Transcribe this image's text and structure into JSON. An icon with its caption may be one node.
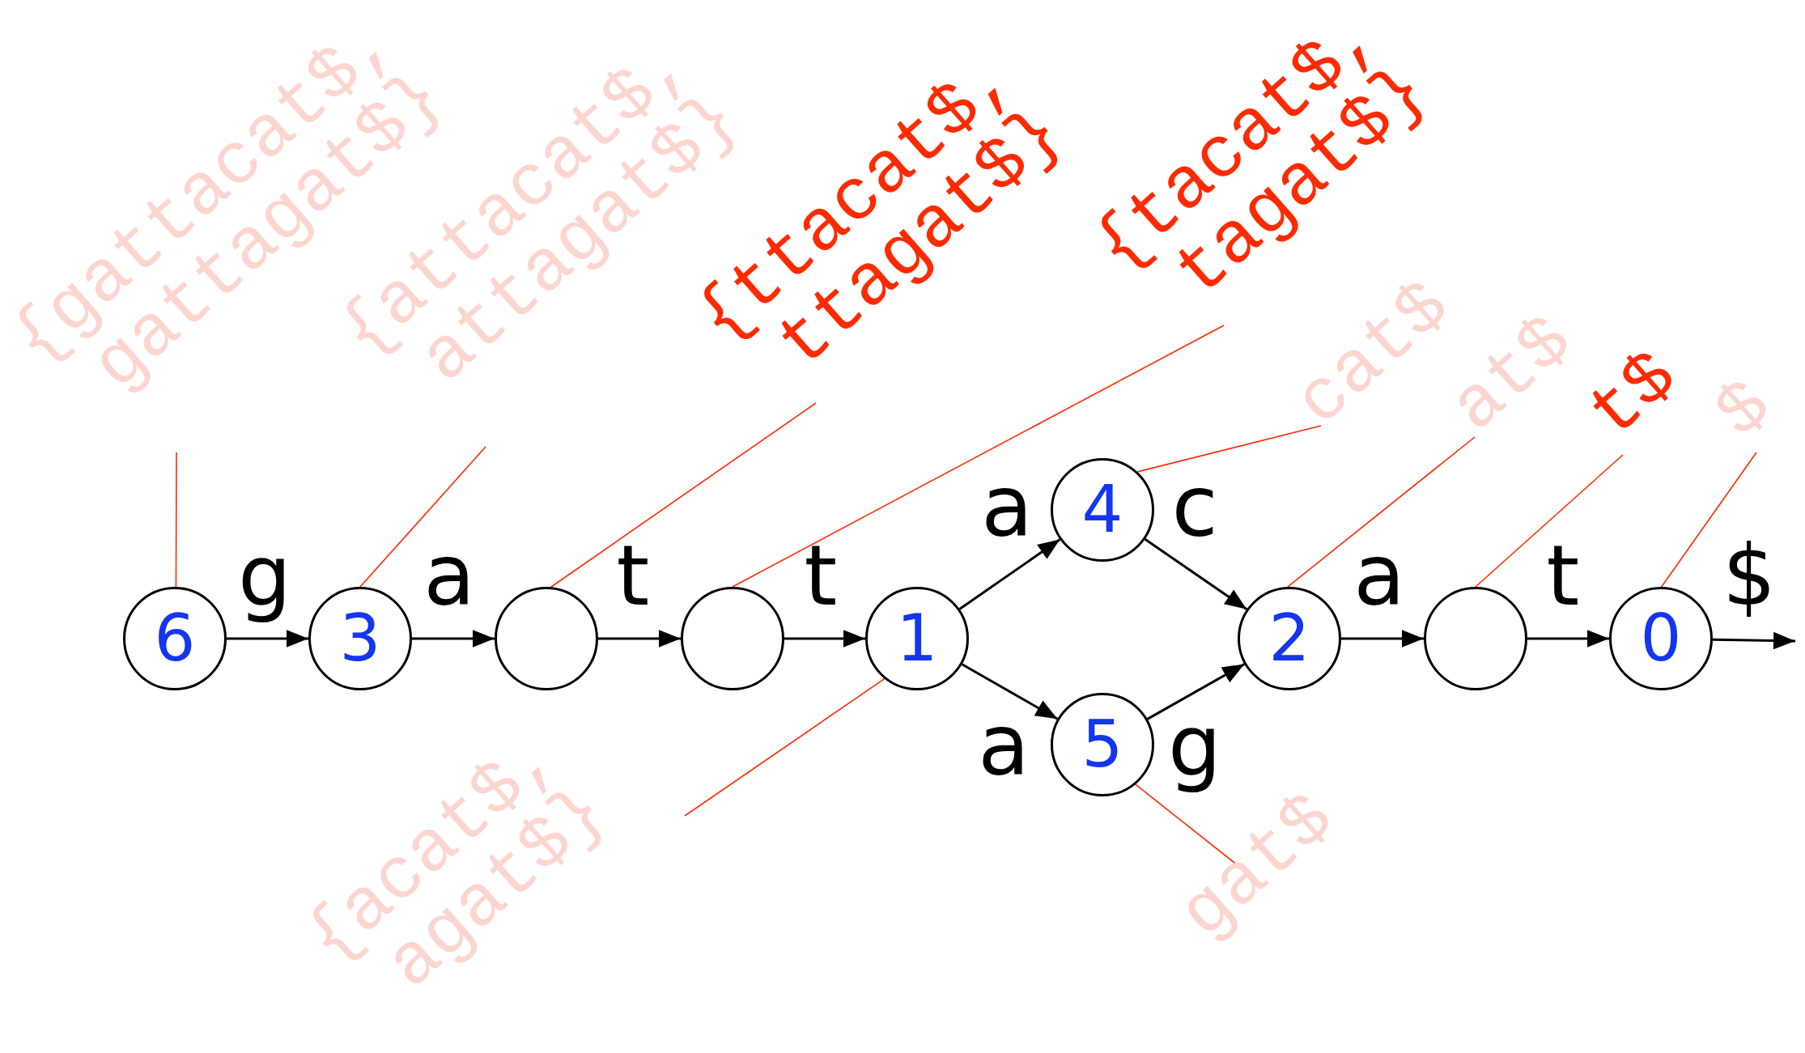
{
  "diagram": {
    "nodes": [
      {
        "text": [
          "6"
        ]
      },
      {
        "text": [
          "3"
        ]
      },
      {
        "text": [],
        "shape": "circle"
      },
      {
        "text": [],
        "shape": "circle"
      },
      {
        "text": [
          "1"
        ]
      },
      {
        "text": [
          "4"
        ]
      },
      {
        "text": [
          "5"
        ]
      },
      {
        "text": [
          "2"
        ]
      },
      {
        "text": [],
        "shape": "circle"
      },
      {
        "text": [
          "0"
        ]
      },
      {
        "text": [
          "{gattacat$, gattagat$}"
        ]
      },
      {
        "text": [
          "{attacat$, attagat$}"
        ]
      },
      {
        "text": [
          "{ttacat$, ttagat$}"
        ]
      },
      {
        "text": [
          "{tacat$, tagat$}"
        ]
      },
      {
        "text": [
          "cat$"
        ]
      },
      {
        "text": [
          "at$"
        ]
      },
      {
        "text": [
          "t$"
        ]
      },
      {
        "text": [
          "$"
        ]
      },
      {
        "text": [
          "{acat$, agat$}"
        ]
      },
      {
        "text": [
          "gat$"
        ]
      }
    ],
    "edges": [
      {
        "from": 0,
        "to": 1,
        "arrow": "to",
        "label": "g"
      },
      {
        "from": 1,
        "to": 2,
        "arrow": "to",
        "label": "a"
      },
      {
        "from": 2,
        "to": 3,
        "arrow": "to",
        "label": "t"
      },
      {
        "from": 3,
        "to": 4,
        "arrow": "to",
        "label": "t"
      },
      {
        "from": 4,
        "to": 5,
        "arrow": "to",
        "label": "a"
      },
      {
        "from": 4,
        "to": 6,
        "arrow": "to",
        "label": "a"
      },
      {
        "from": 5,
        "to": 7,
        "arrow": "to",
        "label": "c"
      },
      {
        "from": 6,
        "to": 7,
        "arrow": "to",
        "label": "g"
      },
      {
        "from": 7,
        "to": 8,
        "arrow": "to",
        "label": "a"
      },
      {
        "from": 8,
        "to": 9,
        "arrow": "to",
        "label": "t"
      },
      {
        "from": 9,
        "to": null,
        "arrow": "to",
        "label": "$"
      },
      {
        "from": 10,
        "to": 0,
        "arrow": "none",
        "color": "#ff2a00"
      },
      {
        "from": 11,
        "to": 1,
        "arrow": "none",
        "color": "#ff2a00"
      },
      {
        "from": 12,
        "to": 2,
        "arrow": "none",
        "color": "#ff2a00"
      },
      {
        "from": 13,
        "to": 3,
        "arrow": "none",
        "color": "#ff2a00"
      },
      {
        "from": 14,
        "to": 5,
        "arrow": "none",
        "color": "#ff2a00"
      },
      {
        "from": 15,
        "to": 7,
        "arrow": "none",
        "color": "#ff2a00"
      },
      {
        "from": 16,
        "to": 8,
        "arrow": "none",
        "color": "#ff2a00"
      },
      {
        "from": 17,
        "to": 9,
        "arrow": "none",
        "color": "#ff2a00"
      },
      {
        "from": 18,
        "to": 4,
        "arrow": "none",
        "color": "#ff2a00"
      },
      {
        "from": 19,
        "to": 6,
        "arrow": "none",
        "color": "#ff2a00"
      }
    ]
  }
}
